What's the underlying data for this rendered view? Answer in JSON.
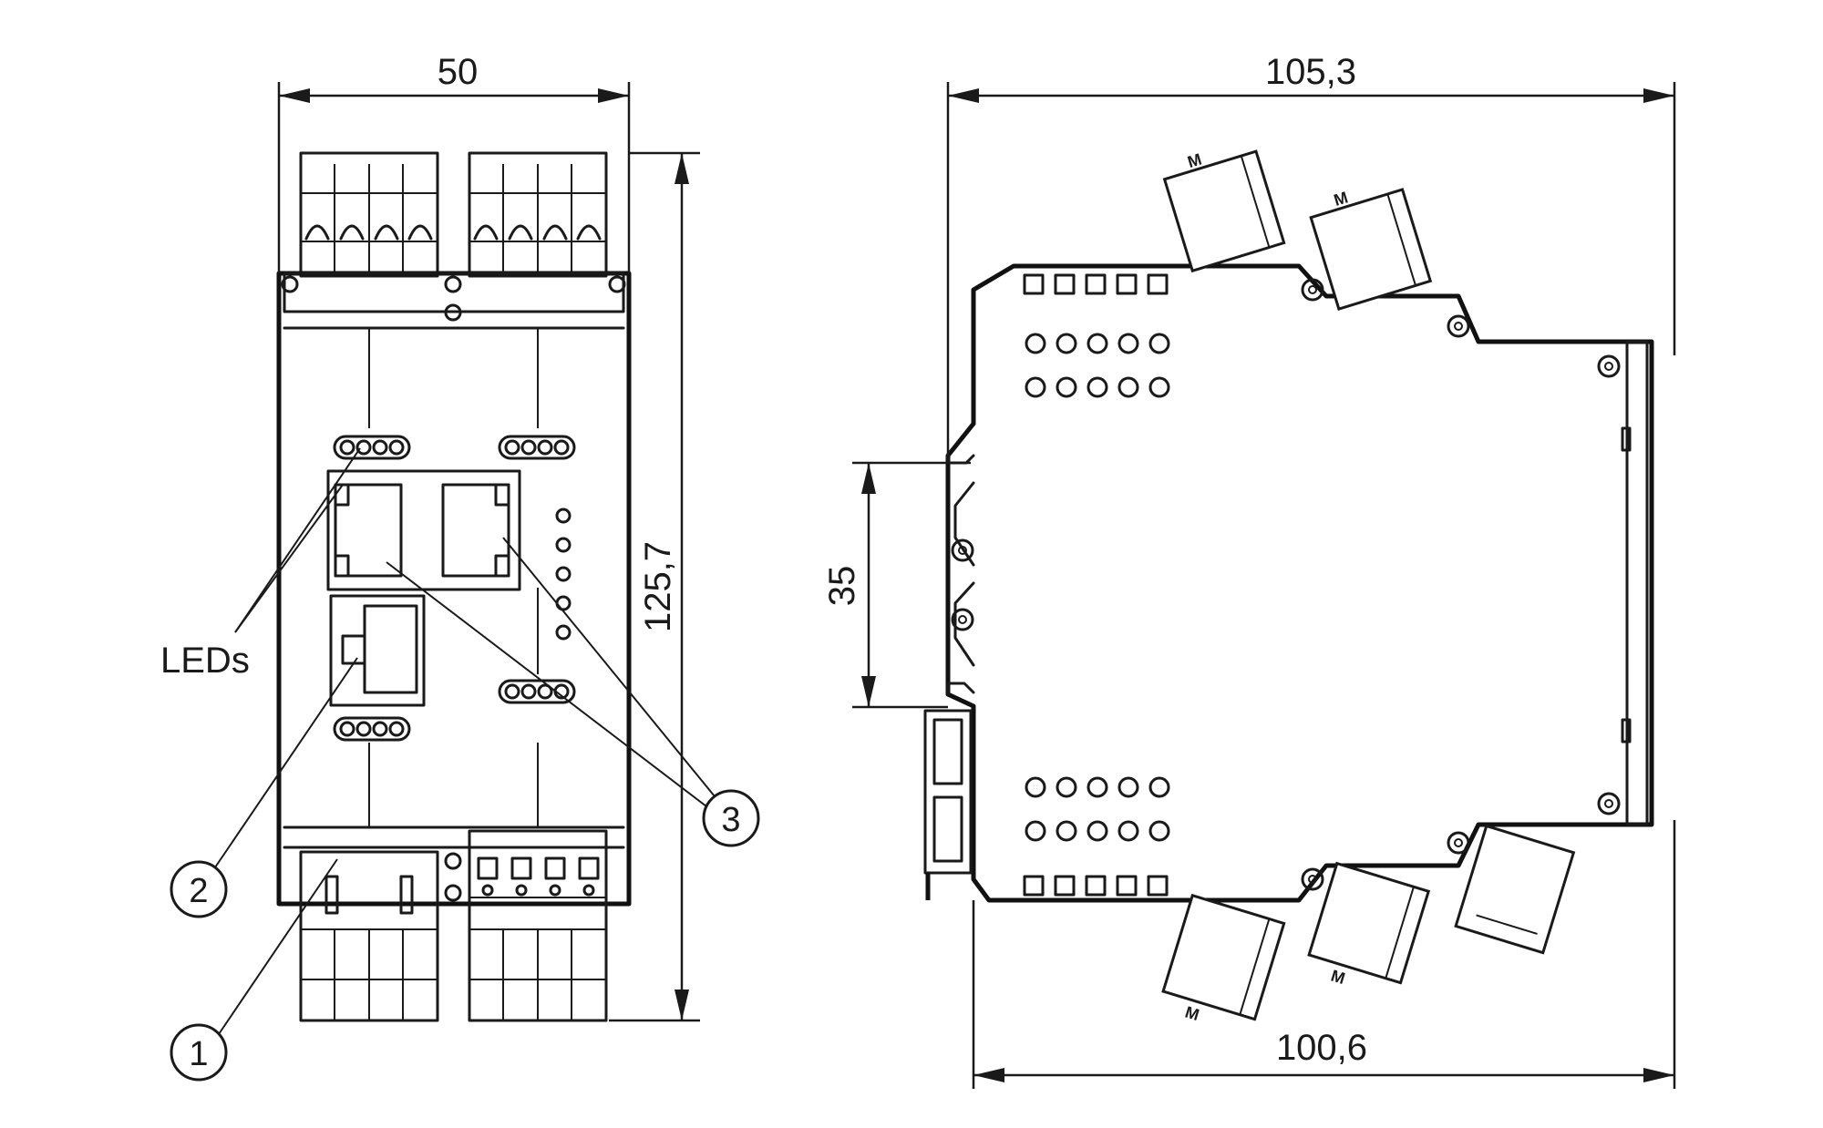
{
  "dimensions": {
    "front_width": "50",
    "front_height": "125,7",
    "side_overall_width": "105,3",
    "side_base_width": "100,6",
    "rail_height": "35"
  },
  "labels": {
    "leds": "LEDs"
  },
  "callouts": [
    "1",
    "2",
    "3"
  ],
  "connector_marking": "M"
}
